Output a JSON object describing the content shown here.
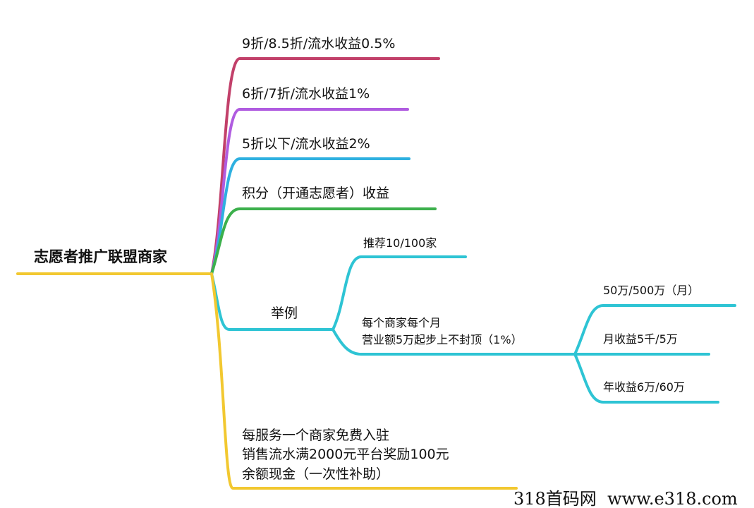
{
  "root": {
    "label": "志愿者推广联盟商家",
    "color": "#f2c830"
  },
  "branches": [
    {
      "label": "9折/8.5折/流水收益0.5%",
      "color": "#c2406a"
    },
    {
      "label": "6折/7折/流水收益1%",
      "color": "#b05ce0"
    },
    {
      "label": "5折以下/流水收益2%",
      "color": "#2eb0e0"
    },
    {
      "label": "积分（开通志愿者）收益",
      "color": "#3cb04c"
    },
    {
      "label": "举例",
      "color": "#2ec4d4",
      "children": [
        {
          "label": "推荐10/100家"
        },
        {
          "lines": [
            "每个商家每个月",
            "营业额5万起步上不封顶（1%）"
          ],
          "children": [
            {
              "label": "50万/500万（月）"
            },
            {
              "label": "月收益5千/5万"
            },
            {
              "label": "年收益6万/60万"
            }
          ]
        }
      ]
    },
    {
      "lines": [
        "每服务一个商家免费入驻",
        "销售流水满2000元平台奖励100元",
        "余额现金（一次性补助）"
      ],
      "color": "#f2c830"
    }
  ],
  "watermark": "318首码网  www.e318.com"
}
